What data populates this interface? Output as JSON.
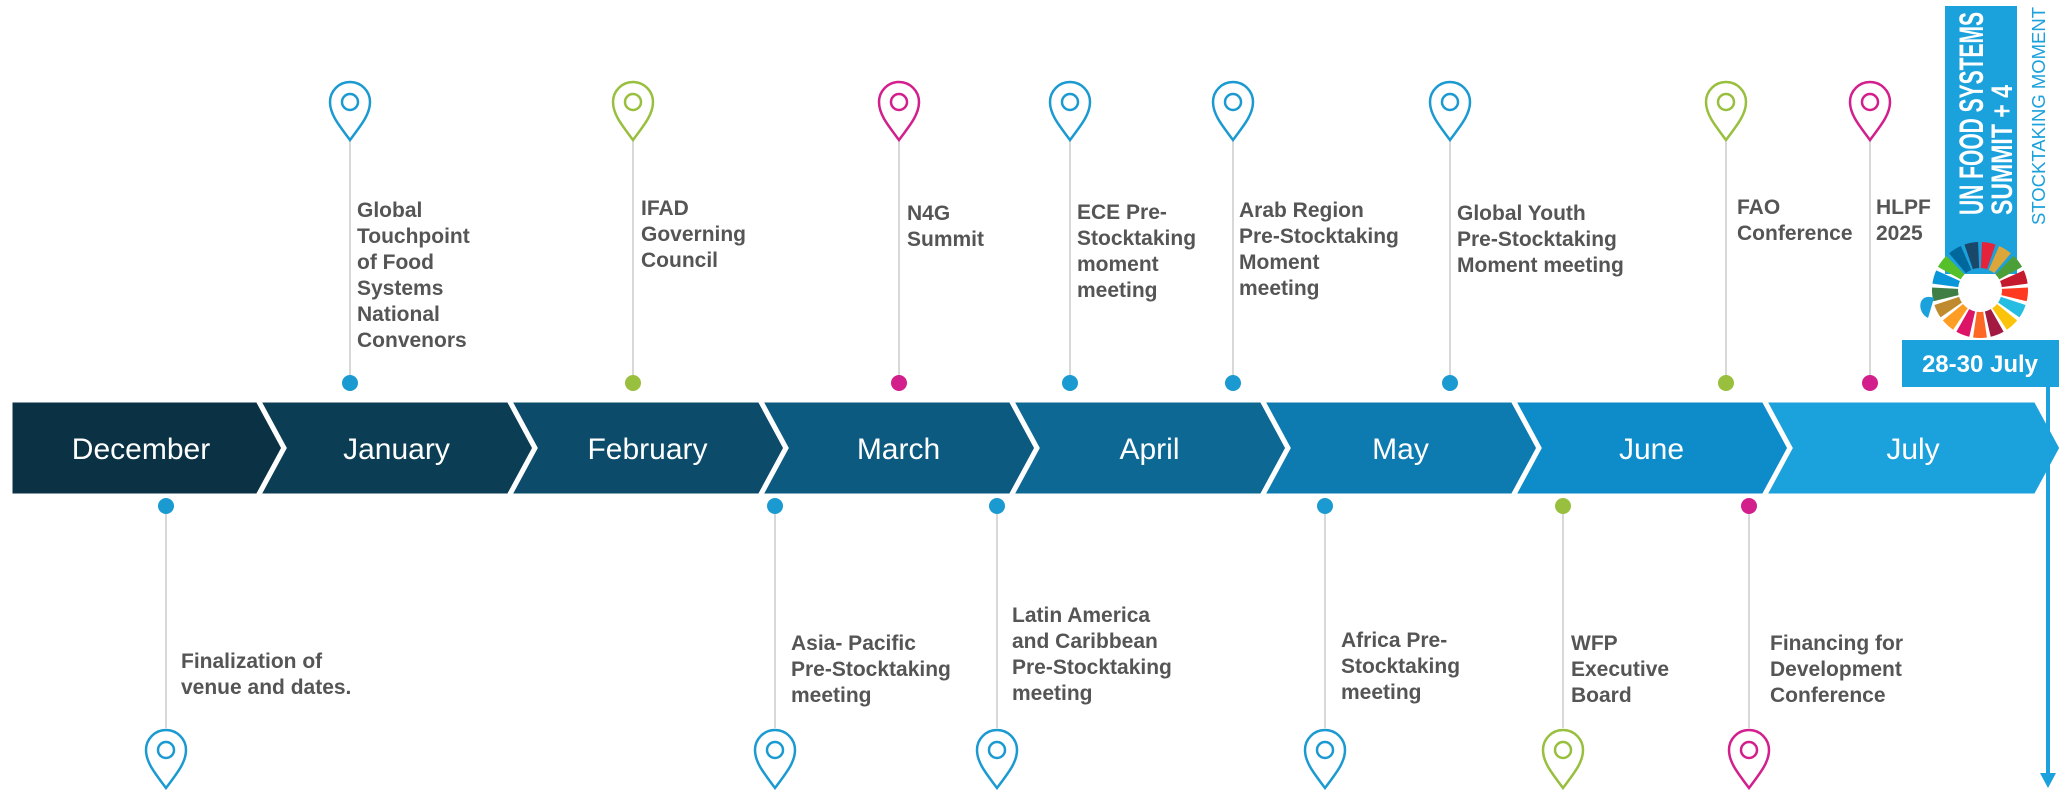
{
  "colors": {
    "blue": "#1b9ad1",
    "green": "#98bf3d",
    "magenta": "#d21f8c",
    "label": "#555555",
    "stem": "#cccccc"
  },
  "months": [
    {
      "label": "December",
      "color": "#0a3244"
    },
    {
      "label": "January",
      "color": "#0b3e55"
    },
    {
      "label": "February",
      "color": "#0c4c6a"
    },
    {
      "label": "March",
      "color": "#0c5a7f"
    },
    {
      "label": "April",
      "color": "#0d6994"
    },
    {
      "label": "May",
      "color": "#0e7bb0"
    },
    {
      "label": "June",
      "color": "#0d8cc9"
    },
    {
      "label": "July",
      "color": "#1ba1dc"
    }
  ],
  "events_top": [
    {
      "id": "global-touchpoint",
      "color": "blue",
      "lines": [
        "Global",
        "Touchpoint",
        "of Food",
        "Systems",
        "National",
        "Convenors"
      ]
    },
    {
      "id": "ifad",
      "color": "green",
      "lines": [
        "IFAD",
        "Governing",
        "Council"
      ]
    },
    {
      "id": "n4g",
      "color": "magenta",
      "lines": [
        "N4G",
        "Summit"
      ]
    },
    {
      "id": "ece",
      "color": "blue",
      "lines": [
        "ECE Pre-",
        "Stocktaking",
        "moment",
        "meeting"
      ]
    },
    {
      "id": "arab",
      "color": "blue",
      "lines": [
        "Arab Region",
        "Pre-Stocktaking",
        "Moment",
        "meeting"
      ]
    },
    {
      "id": "global-youth",
      "color": "blue",
      "lines": [
        "Global Youth",
        "Pre-Stocktaking",
        "Moment meeting"
      ]
    },
    {
      "id": "fao",
      "color": "green",
      "lines": [
        "FAO",
        "Conference"
      ]
    },
    {
      "id": "hlpf",
      "color": "magenta",
      "lines": [
        "HLPF",
        "2025"
      ]
    }
  ],
  "events_bottom": [
    {
      "id": "finalization",
      "color": "blue",
      "lines": [
        "Finalization of",
        "venue and dates."
      ]
    },
    {
      "id": "asia-pacific",
      "color": "blue",
      "lines": [
        "Asia- Pacific",
        "Pre-Stocktaking",
        "meeting"
      ]
    },
    {
      "id": "latin-america",
      "color": "blue",
      "lines": [
        "Latin America",
        "and Caribbean",
        "Pre-Stocktaking",
        "meeting"
      ]
    },
    {
      "id": "africa",
      "color": "blue",
      "lines": [
        "Africa Pre-",
        "Stocktaking",
        "meeting"
      ]
    },
    {
      "id": "wfp",
      "color": "green",
      "lines": [
        "WFP",
        "Executive",
        "Board"
      ]
    },
    {
      "id": "ffd",
      "color": "magenta",
      "lines": [
        "Financing for",
        "Development",
        "Conference"
      ]
    }
  ],
  "summit": {
    "line1": "UN FOOD SYSTEMS",
    "line2": "SUMMIT + 4",
    "line3": "STOCKTAKING MOMENT",
    "date_label": "28-30 July",
    "sdg_colors": [
      "#e5243b",
      "#dda63a",
      "#4c9f38",
      "#c5192d",
      "#ff3a21",
      "#26bde2",
      "#fcc30b",
      "#a21942",
      "#fd6925",
      "#dd1367",
      "#fd9d24",
      "#bf8b2e",
      "#3f7e44",
      "#0a97d9",
      "#56c02b",
      "#00689d",
      "#19486a"
    ]
  }
}
